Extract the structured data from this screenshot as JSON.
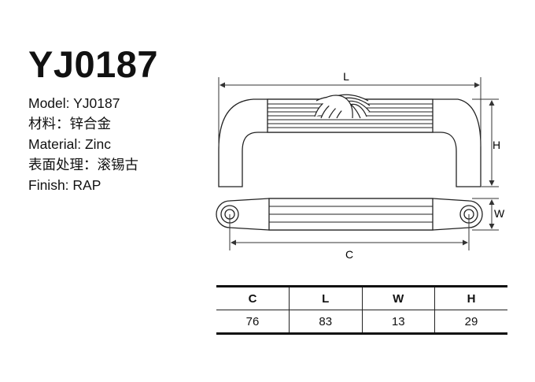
{
  "product": {
    "code": "YJ0187",
    "specs": [
      "Model: YJ0187",
      "材料：锌合金",
      "Material: Zinc",
      "表面处理：滚锡古",
      "Finish: RAP"
    ]
  },
  "drawing": {
    "labels": {
      "length": "L",
      "height": "H",
      "width": "W",
      "center": "C"
    }
  },
  "dimensions_table": {
    "headers": [
      "C",
      "L",
      "W",
      "H"
    ],
    "values": [
      "76",
      "83",
      "13",
      "29"
    ]
  }
}
